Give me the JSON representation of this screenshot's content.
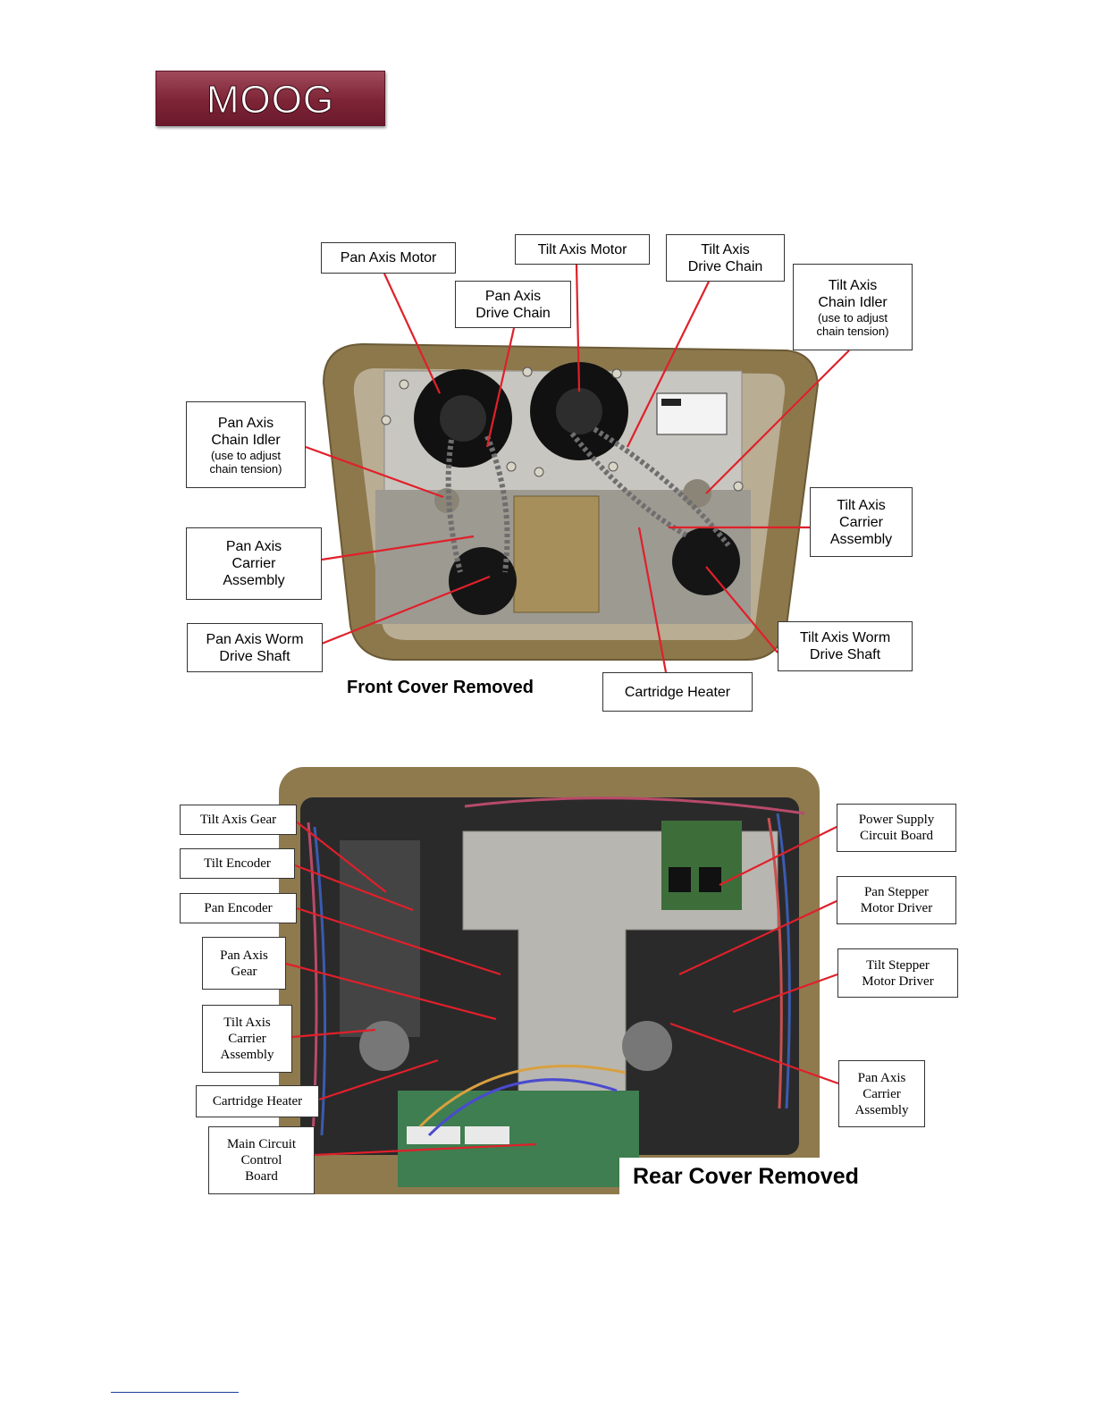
{
  "logo": {
    "text": "MOOG"
  },
  "front": {
    "caption": "Front Cover Removed",
    "labels": {
      "pan_axis_motor": "Pan Axis Motor",
      "tilt_axis_motor": "Tilt Axis Motor",
      "tilt_axis_drive_chain": "Tilt Axis\nDrive Chain",
      "pan_axis_drive_chain": "Pan Axis\nDrive Chain",
      "tilt_axis_chain_idler": "Tilt Axis\nChain Idler",
      "tilt_axis_chain_idler_note": "(use to adjust\nchain tension)",
      "pan_axis_chain_idler": "Pan Axis\nChain Idler",
      "pan_axis_chain_idler_note": "(use to adjust\nchain tension)",
      "tilt_axis_carrier_assembly": "Tilt Axis\nCarrier\nAssembly",
      "pan_axis_carrier_assembly": "Pan Axis\nCarrier\nAssembly",
      "pan_axis_worm_drive_shaft": "Pan Axis Worm\nDrive Shaft",
      "tilt_axis_worm_drive_shaft": "Tilt Axis Worm\nDrive Shaft",
      "cartridge_heater": "Cartridge Heater"
    }
  },
  "rear": {
    "caption": "Rear Cover Removed",
    "labels": {
      "tilt_axis_gear": "Tilt Axis Gear",
      "tilt_encoder": "Tilt Encoder",
      "pan_encoder": "Pan Encoder",
      "pan_axis_gear": "Pan Axis\nGear",
      "tilt_axis_carrier_assembly": "Tilt Axis\nCarrier\nAssembly",
      "cartridge_heater": "Cartridge Heater",
      "main_circuit_control_board": "Main Circuit\nControl\nBoard",
      "power_supply_circuit_board": "Power Supply\nCircuit Board",
      "pan_stepper_motor_driver": "Pan Stepper\nMotor Driver",
      "tilt_stepper_motor_driver": "Tilt Stepper\nMotor Driver",
      "pan_axis_carrier_assembly": "Pan Axis\nCarrier\nAssembly"
    }
  },
  "colors": {
    "leader_line": "#e0202a",
    "housing": "#8f7a4e",
    "logo": "#7d2436"
  }
}
